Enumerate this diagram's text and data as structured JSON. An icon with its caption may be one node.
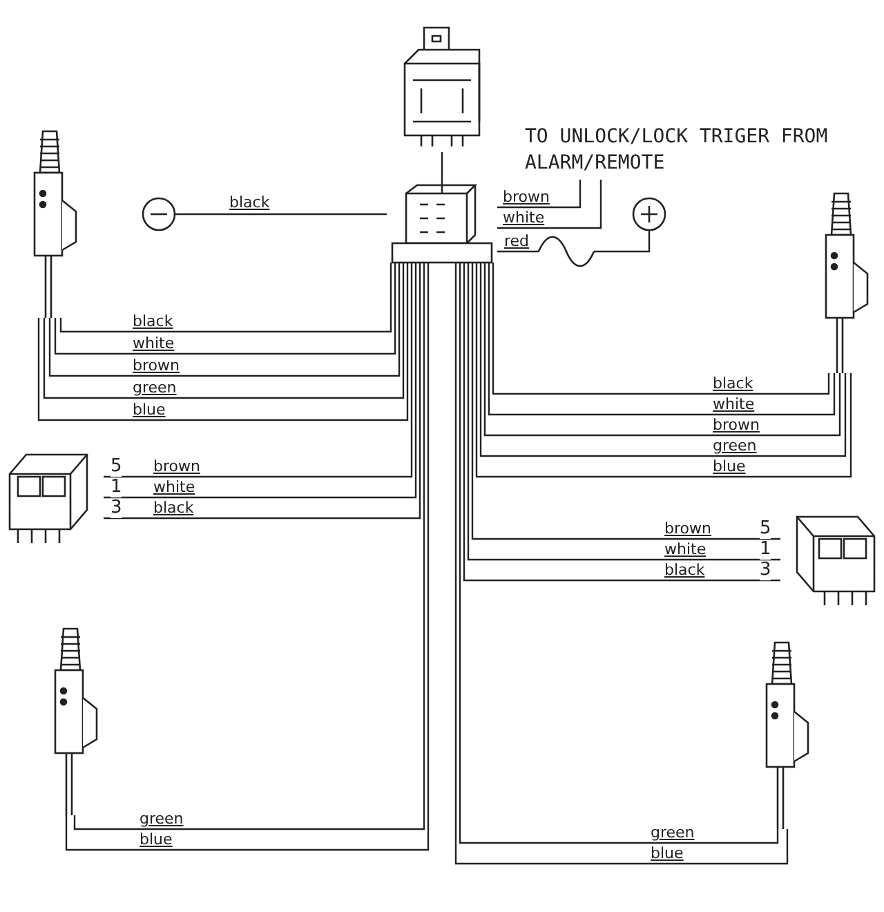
{
  "diagram": {
    "nodes": [
      {
        "text": [],
        "shape": "box"
      },
      {
        "text": [],
        "shape": "picture"
      },
      {
        "text": [
          "TO UNLOCK/LOCK TRIGER FROM ALARM/REMOTE"
        ]
      },
      {
        "text": [],
        "shape": "circle"
      },
      {
        "text": [],
        "shape": "circle"
      },
      {
        "text": [],
        "shape": "fuse"
      },
      {
        "text": [],
        "shape": "picture"
      },
      {
        "text": [],
        "shape": "picture"
      },
      {
        "text": [],
        "shape": "picture"
      },
      {
        "text": [],
        "shape": "picture"
      },
      {
        "text": [],
        "shape": "picture"
      },
      {
        "text": [],
        "shape": "picture"
      }
    ],
    "edges": [
      {
        "from": 0,
        "to": 1,
        "arrow": "none"
      },
      {
        "from": 1,
        "to": 3,
        "arrow": "none",
        "label": "black"
      },
      {
        "from": 1,
        "to": 2,
        "arrow": "none",
        "label": "brown"
      },
      {
        "from": 1,
        "to": 2,
        "arrow": "none",
        "label": "white"
      },
      {
        "from": 1,
        "to": 5,
        "arrow": "none",
        "label": "red"
      },
      {
        "from": 5,
        "to": 4,
        "arrow": "none"
      },
      {
        "from": 1,
        "to": 6,
        "arrow": "none",
        "label": "black"
      },
      {
        "from": 1,
        "to": 6,
        "arrow": "none",
        "label": "white"
      },
      {
        "from": 1,
        "to": 6,
        "arrow": "none",
        "label": "brown"
      },
      {
        "from": 1,
        "to": 6,
        "arrow": "none",
        "label": "green"
      },
      {
        "from": 1,
        "to": 6,
        "arrow": "none",
        "label": "blue"
      },
      {
        "from": 1,
        "to": 7,
        "arrow": "none",
        "label": "black"
      },
      {
        "from": 1,
        "to": 7,
        "arrow": "none",
        "label": "white"
      },
      {
        "from": 1,
        "to": 7,
        "arrow": "none",
        "label": "brown"
      },
      {
        "from": 1,
        "to": 7,
        "arrow": "none",
        "label": "green"
      },
      {
        "from": 1,
        "to": 7,
        "arrow": "none",
        "label": "blue"
      },
      {
        "from": 1,
        "to": 8,
        "arrow": "none",
        "label": "brown"
      },
      {
        "from": 1,
        "to": 8,
        "arrow": "none",
        "label": "white"
      },
      {
        "from": 1,
        "to": 8,
        "arrow": "none",
        "label": "black"
      },
      {
        "from": 1,
        "to": 9,
        "arrow": "none",
        "label": "black"
      },
      {
        "from": 1,
        "to": 9,
        "arrow": "none",
        "label": "white"
      },
      {
        "from": 1,
        "to": 9,
        "arrow": "none",
        "label": "brown"
      },
      {
        "from": 1,
        "to": 10,
        "arrow": "none",
        "label": "green"
      },
      {
        "from": 1,
        "to": 10,
        "arrow": "none",
        "label": "blue"
      },
      {
        "from": 1,
        "to": 11,
        "arrow": "none",
        "label": "green"
      },
      {
        "from": 1,
        "to": 11,
        "arrow": "none",
        "label": "blue"
      }
    ],
    "labels": [
      "5",
      "1",
      "3",
      "5",
      "1",
      "3"
    ]
  }
}
